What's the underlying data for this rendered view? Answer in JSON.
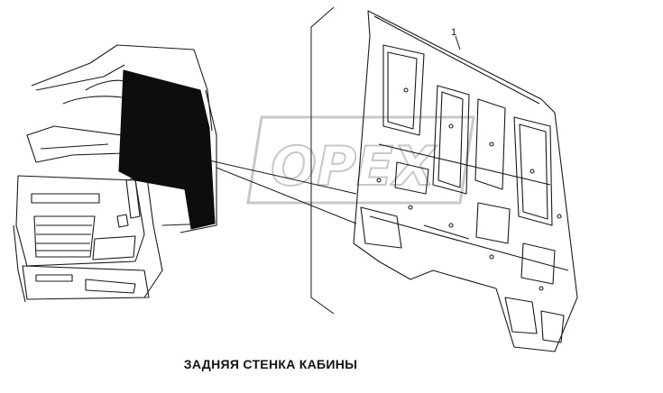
{
  "caption": "ЗАДНЯЯ СТЕНКА КАБИНЫ",
  "callout_number": "1",
  "watermark": "OPEX",
  "colors": {
    "line": "#1a1a1a",
    "panel_fill": "#0d0d0d",
    "watermark": "#c8c8c8"
  }
}
